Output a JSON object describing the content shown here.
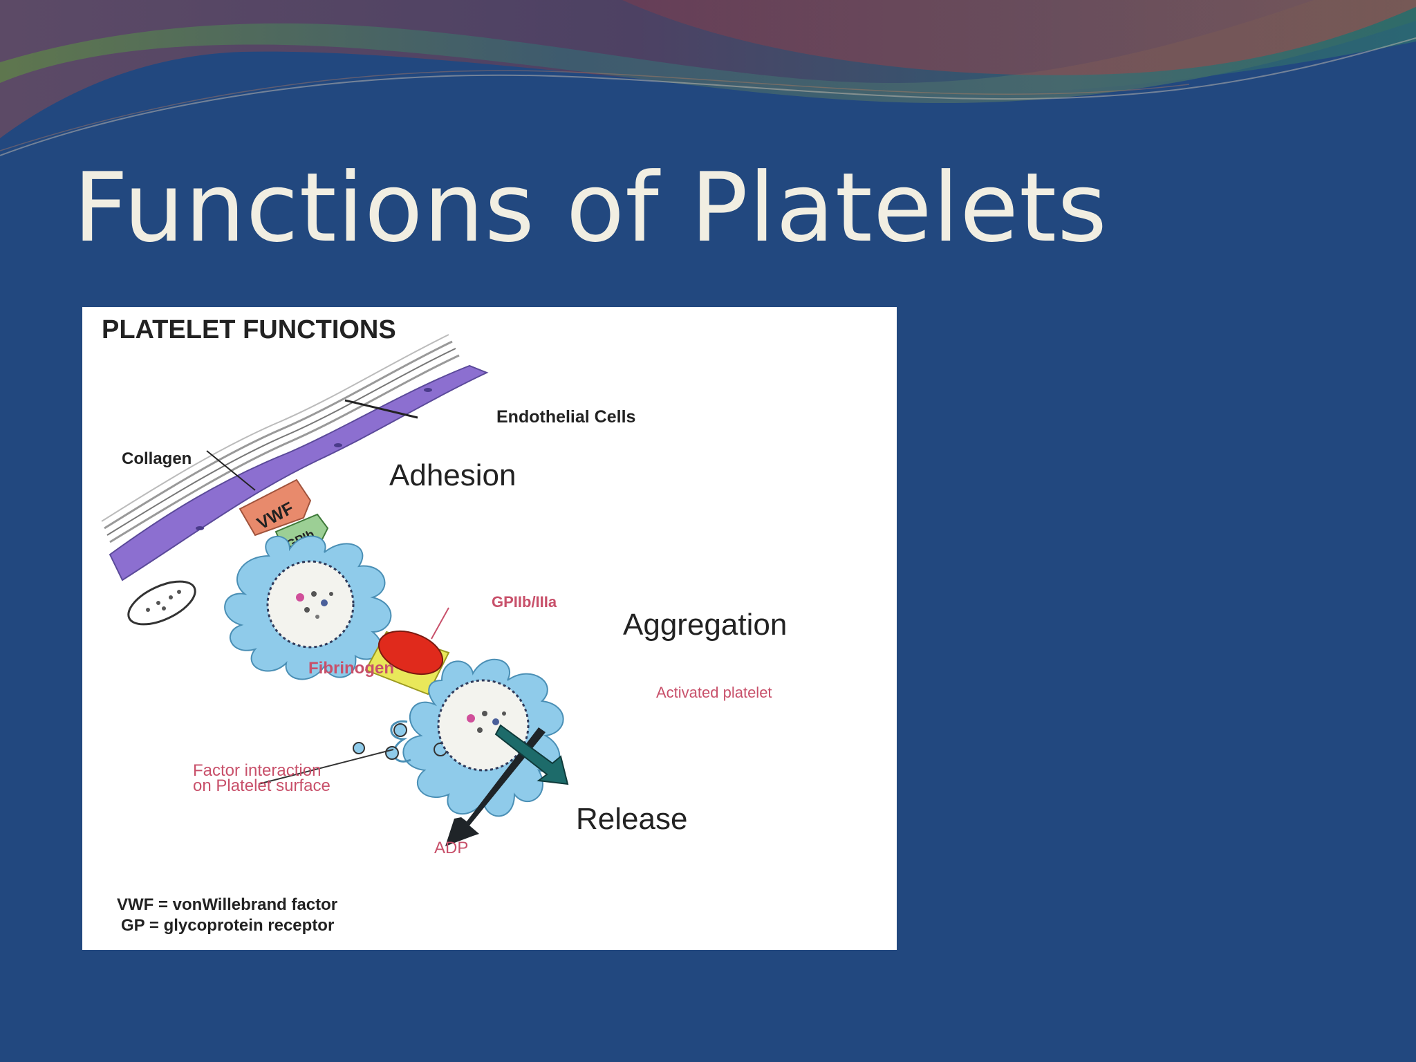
{
  "slide": {
    "title": "Functions of Platelets",
    "background_color": "#22487f",
    "title_color": "#f1eee2"
  },
  "diagram": {
    "heading": "PLATELET FUNCTIONS",
    "stages": {
      "adhesion": "Adhesion",
      "aggregation": "Aggregation",
      "release": "Release"
    },
    "labels": {
      "endothelial": "Endothelial Cells",
      "collagen": "Collagen",
      "vwf": "VWF",
      "gpib": "GPIb",
      "gpiibiiia": "GPIIb/IIIa",
      "fibrinogen": "Fibrinogen",
      "activated": "Activated platelet",
      "factor_line1": "Factor interaction",
      "factor_line2": "on Platelet  surface",
      "adp": "ADP"
    },
    "legend": {
      "vwf": "VWF = vonWillebrand factor",
      "gp": "GP = glycoprotein receptor"
    },
    "colors": {
      "platelet": "#8fcbea",
      "endothelium": "#8c6fd0",
      "vwf": "#e88a6c",
      "gpib": "#9ccf95",
      "fibrinogen_band": "#e9e85a",
      "receptor": "#e02a1c",
      "label_red": "#c8506a"
    }
  }
}
